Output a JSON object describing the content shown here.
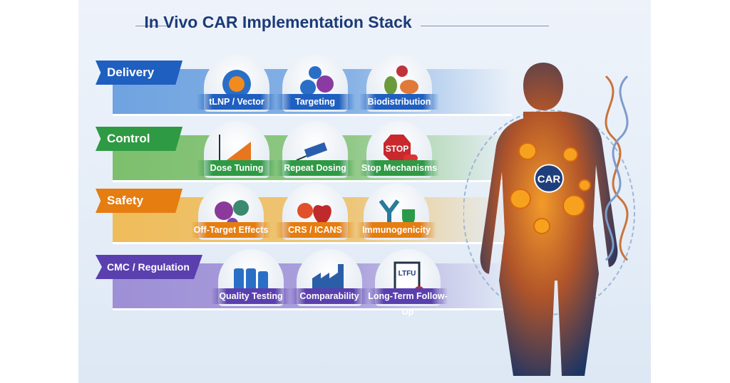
{
  "title": "In Vivo CAR Implementation Stack",
  "rows": [
    {
      "name": "Delivery",
      "color": "#1f5fc0",
      "band": "#6fa3e0",
      "items": [
        {
          "label": "tLNP / Vector",
          "icon": "nanoparticle-icon"
        },
        {
          "label": "Targeting",
          "icon": "cell-targeting-icon"
        },
        {
          "label": "Biodistribution",
          "icon": "organs-icon"
        }
      ]
    },
    {
      "name": "Control",
      "color": "#2f9a44",
      "band": "#7cbf6c",
      "items": [
        {
          "label": "Dose Tuning",
          "icon": "dose-chart-icon"
        },
        {
          "label": "Repeat Dosing",
          "icon": "syringe-icon"
        },
        {
          "label": "Stop Mechanisms",
          "icon": "stop-sign-icon"
        }
      ]
    },
    {
      "name": "Safety",
      "color": "#e57d10",
      "band": "#efbc5a",
      "items": [
        {
          "label": "Off-Target Effects",
          "icon": "cells-icon"
        },
        {
          "label": "CRS / ICANS",
          "icon": "heart-icon"
        },
        {
          "label": "Immunogenicity",
          "icon": "antibody-shield-icon"
        }
      ]
    },
    {
      "name": "CMC / Regulation",
      "color": "#5a3fae",
      "band": "#9e8fd6",
      "items": [
        {
          "label": "Quality Testing",
          "icon": "vials-icon"
        },
        {
          "label": "Comparability",
          "icon": "factory-icon"
        },
        {
          "label": "Long-Term Follow-Up",
          "icon": "ltfu-clipboard-icon"
        }
      ]
    }
  ],
  "figure": {
    "badge": "CAR",
    "clipboard_text": "LTFU",
    "stop_text": "STOP"
  }
}
